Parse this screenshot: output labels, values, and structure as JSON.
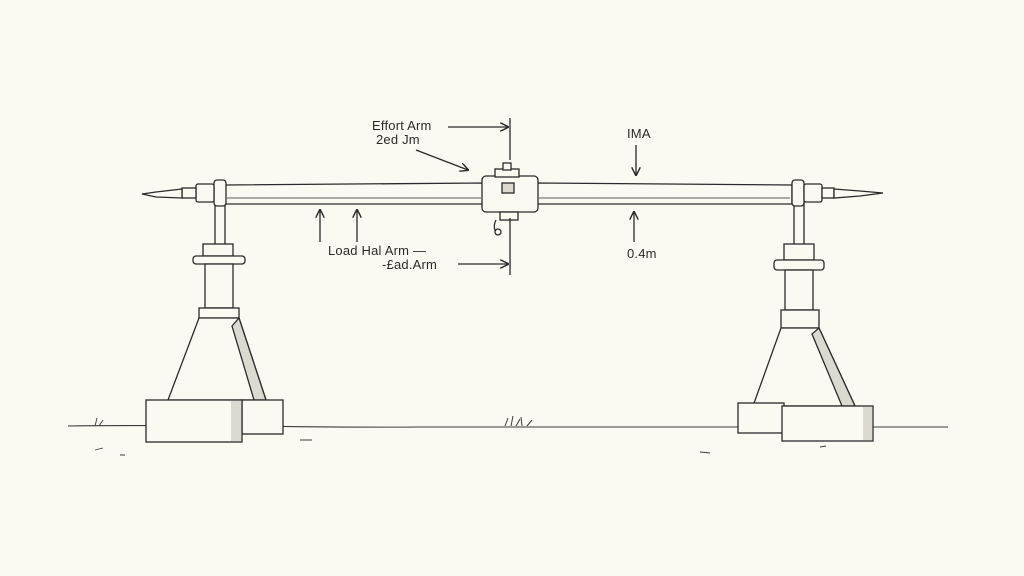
{
  "diagram": {
    "labels": {
      "effort_arm": "Effort Arm",
      "effort_value": "2ed Jm",
      "ima": "IMA",
      "load_arm": "Load Hal Arm —",
      "load_value": "-£ad.Arm",
      "dimension": "0.4m"
    },
    "colors": {
      "background": "#fbfaf2",
      "ink": "#2a2a2a",
      "shade": "#dcdad0"
    }
  }
}
